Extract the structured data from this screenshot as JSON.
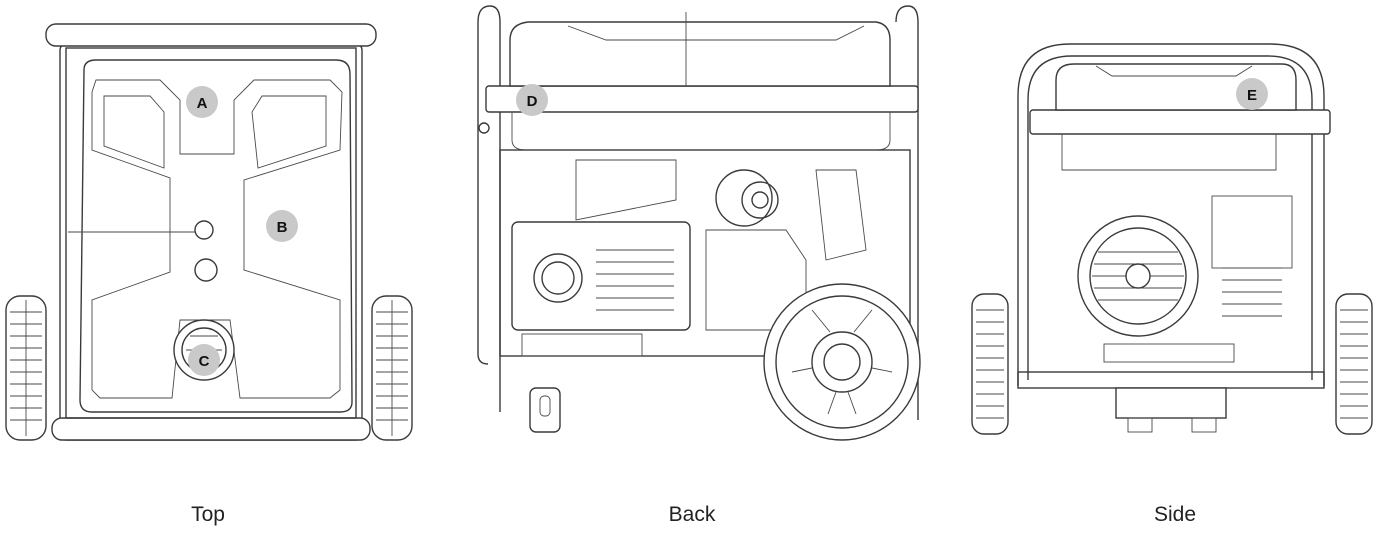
{
  "views": {
    "top": {
      "caption": "Top"
    },
    "back": {
      "caption": "Back"
    },
    "side": {
      "caption": "Side"
    }
  },
  "callouts": {
    "a": "A",
    "b": "B",
    "c": "C",
    "d": "D",
    "e": "E"
  },
  "colors": {
    "line": "#3a3a3a",
    "callout_fill": "#c9c9c9",
    "background": "#ffffff"
  }
}
